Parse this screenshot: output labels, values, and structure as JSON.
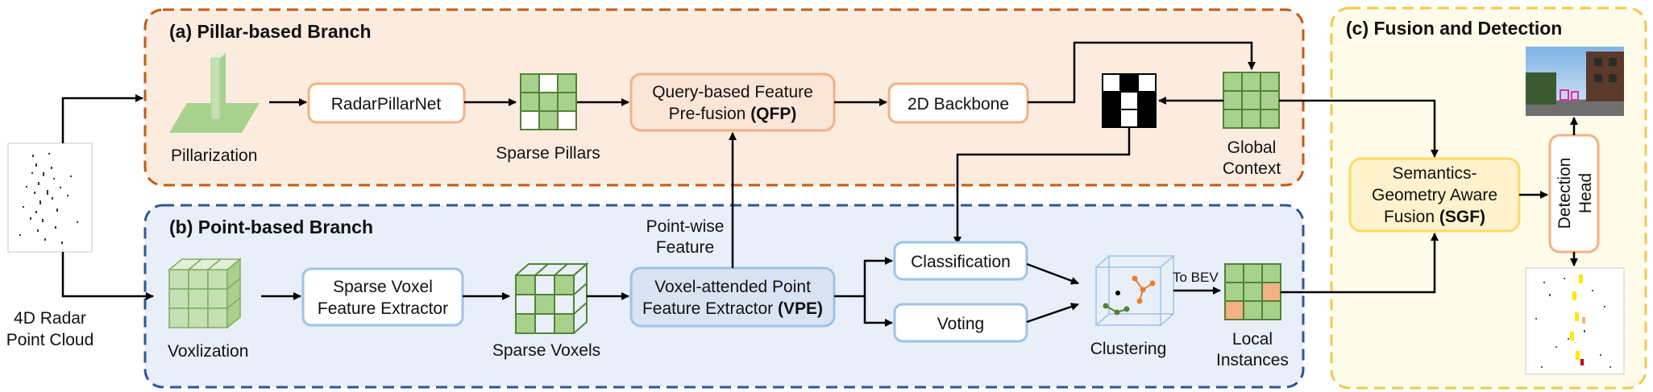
{
  "sections": {
    "pillar_title": "(a) Pillar-based Branch",
    "point_title": "(b) Point-based Branch",
    "fusion_title": "(c) Fusion and Detection"
  },
  "input": {
    "label_line1": "4D Radar",
    "label_line2": "Point Cloud"
  },
  "pillar": {
    "pillarization": "Pillarization",
    "radarpillarnet": "RadarPillarNet",
    "sparse_pillars": "Sparse Pillars",
    "qfp_line1": "Query-based Feature",
    "qfp_line2": "Pre-fusion ",
    "qfp_abbr": "(QFP)",
    "backbone": "2D Backbone",
    "global_context_line1": "Global",
    "global_context_line2": "Context"
  },
  "point": {
    "voxlization": "Voxlization",
    "svfe_line1": "Sparse Voxel",
    "svfe_line2": "Feature Extractor",
    "sparse_voxels": "Sparse Voxels",
    "vpe_line1": "Voxel-attended Point",
    "vpe_line2": "Feature Extractor ",
    "vpe_abbr": "(VPE)",
    "pointwise_line1": "Point-wise",
    "pointwise_line2": "Feature",
    "classification": "Classification",
    "voting": "Voting",
    "clustering": "Clustering",
    "to_bev": "To BEV",
    "local_line1": "Local",
    "local_line2": "Instances"
  },
  "fusion": {
    "sgf_line1": "Semantics-",
    "sgf_line2": "Geometry Aware",
    "sgf_line3": "Fusion ",
    "sgf_abbr": "(SGF)",
    "detection_line1": "Detection",
    "detection_line2": "Head"
  },
  "colors": {
    "pillar_bg": "#fcece0",
    "pillar_border": "#c55a11",
    "point_bg": "#e8eff9",
    "point_border": "#2f5597",
    "fusion_bg": "#fffbe9",
    "fusion_border": "#f2c94c",
    "green": "#a9d18e",
    "green_dark": "#548235",
    "orange_box_border": "#f4b183",
    "qfp_fill": "#fbe5d6",
    "blue_box_border": "#9dc3e6",
    "vpe_fill": "#dae3f3",
    "sgf_fill": "#fff2cc",
    "sgf_border": "#ffd966",
    "salmon": "#f4b183"
  }
}
